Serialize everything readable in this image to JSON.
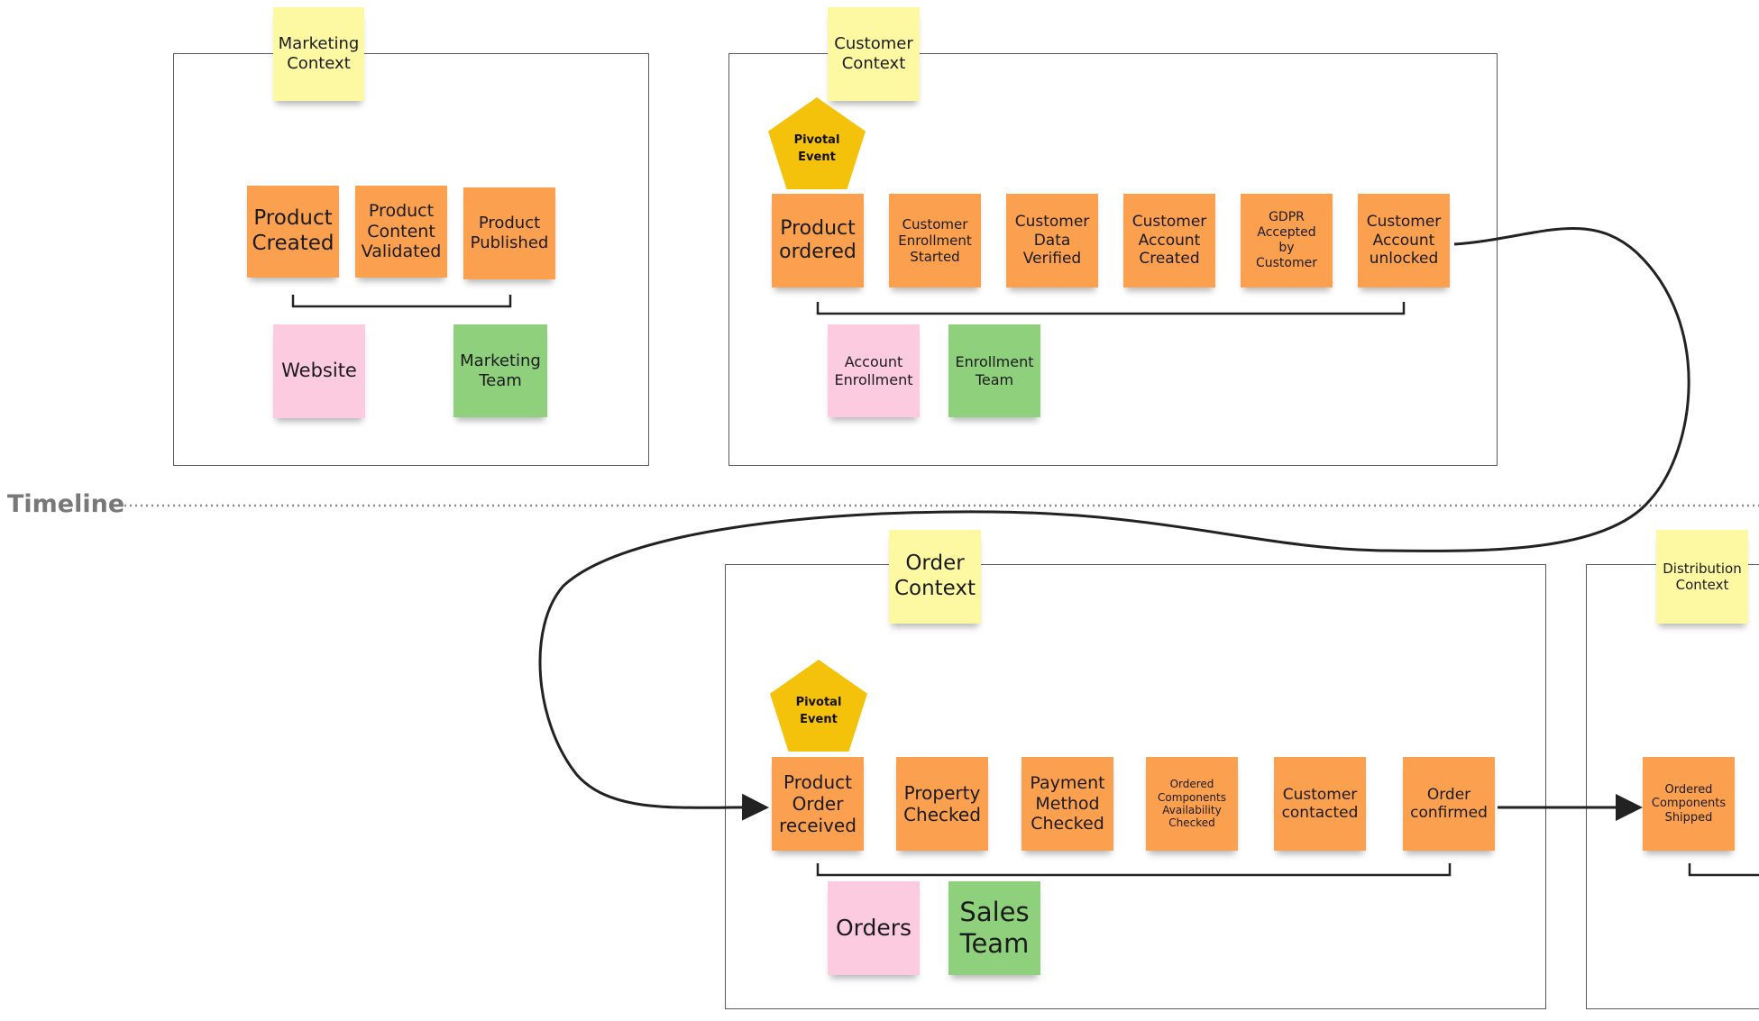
{
  "timeline_label": "Timeline",
  "marketing": {
    "context": "Marketing\nContext",
    "events": [
      "Product\nCreated",
      "Product\nContent\nValidated",
      "Product\nPublished"
    ],
    "system": "Website",
    "team": "Marketing\nTeam"
  },
  "customer": {
    "context": "Customer\nContext",
    "pivotal": "Pivotal\nEvent",
    "events": [
      "Product\nordered",
      "Customer\nEnrollment\nStarted",
      "Customer\nData\nVerified",
      "Customer\nAccount\nCreated",
      "GDPR\nAccepted\nby\nCustomer",
      "Customer\nAccount\nunlocked"
    ],
    "system": "Account\nEnrollment",
    "team": "Enrollment\nTeam"
  },
  "order": {
    "context": "Order\nContext",
    "pivotal": "Pivotal\nEvent",
    "events": [
      "Product\nOrder\nreceived",
      "Property\nChecked",
      "Payment\nMethod\nChecked",
      "Ordered\nComponents\nAvailability\nChecked",
      "Customer\ncontacted",
      "Order\nconfirmed"
    ],
    "system": "Orders",
    "team": "Sales\nTeam"
  },
  "distribution": {
    "context": "Distribution\nContext",
    "events": [
      "Ordered\nComponents\nShipped"
    ]
  },
  "colors": {
    "event": "#fba04e",
    "context": "#fdf9a3",
    "system": "#fccbe0",
    "team": "#8ed07c",
    "pivotal": "#f5c20b",
    "frame": "#5a5a5a"
  }
}
